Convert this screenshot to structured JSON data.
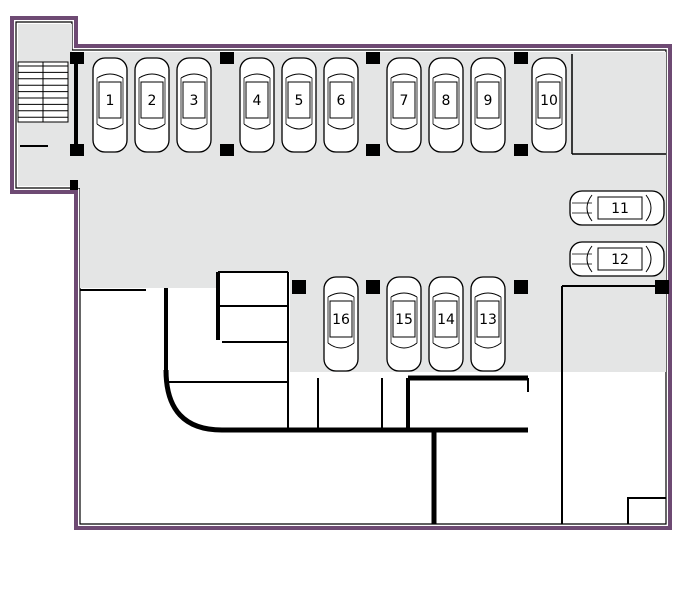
{
  "floor_plan": {
    "colors": {
      "background": "#ffffff",
      "parking_area": "#e4e5e5",
      "outer_wall": "#6e4a73",
      "wall": "#000000",
      "car_body": "#ffffff",
      "car_outline": "#000000"
    },
    "parking_spots": [
      {
        "number": "1"
      },
      {
        "number": "2"
      },
      {
        "number": "3"
      },
      {
        "number": "4"
      },
      {
        "number": "5"
      },
      {
        "number": "6"
      },
      {
        "number": "7"
      },
      {
        "number": "8"
      },
      {
        "number": "9"
      },
      {
        "number": "10"
      },
      {
        "number": "11"
      },
      {
        "number": "12"
      },
      {
        "number": "13"
      },
      {
        "number": "14"
      },
      {
        "number": "15"
      },
      {
        "number": "16"
      }
    ]
  }
}
